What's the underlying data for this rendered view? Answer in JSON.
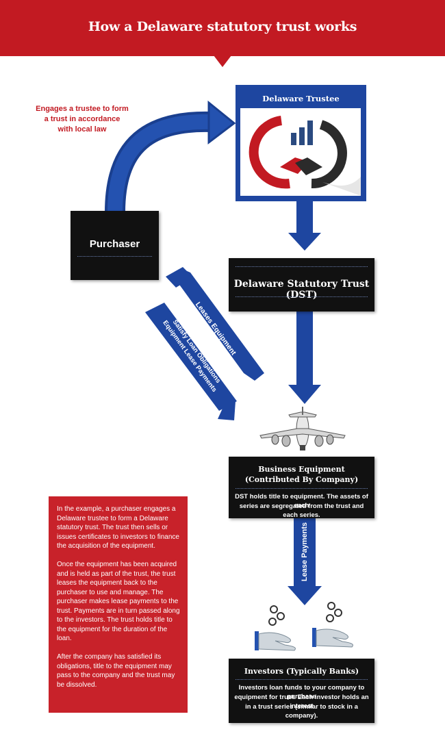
{
  "header": {
    "title": "How a Delaware statutory trust works"
  },
  "trustee": {
    "title": "Delaware Trustee",
    "logo_icon": "handshake-chart-icon"
  },
  "annotations": {
    "engages": [
      "Engages a trustee to form",
      "a trust in accordance",
      "with local law"
    ],
    "leases": "Leases Equipment",
    "payments_line1": "Equipment Lease Payments",
    "payments_line2": "Satisfy Loan Obligations",
    "lease_payments": "Lease Payments"
  },
  "purchaser": {
    "title": "Purchaser"
  },
  "dst": {
    "title": "Delaware Statutory Trust (DST)"
  },
  "equipment": {
    "title_line1": "Business Equipment",
    "title_line2": "(Contributed By Company)",
    "desc_line1": "DST holds title to equipment. The assets of each",
    "desc_line2": "series are segregated from the trust and each series.",
    "icon": "airplane-icon"
  },
  "investors": {
    "title": "Investors (Typically Banks)",
    "desc_line1": "Investors loan funds to your company to purchase",
    "desc_line2": "equipment for trust. Each investor holds an interest",
    "desc_line3": "in a trust series (similar to stock in a company).",
    "icon": "hand-coins-icon"
  },
  "info": {
    "p1": "In the example, a purchaser engages a Delaware trustee to form a Delaware statutory trust. The trust then sells or issues certificates to investors to finance the acquisition of the equipment.",
    "p2": "Once the equipment has been acquired and is held as part of the trust, the trust leases the equipment back to the purchaser to use and manage. The purchaser makes lease payments to the trust. Payments are in turn passed along to the investors. The trust holds title to the equipment for the duration of the loan.",
    "p3": "After the company has satisfied its obligations, title to the equipment may pass to the company and the trust may be dissolved."
  },
  "colors": {
    "red": "#c21a22",
    "blue": "#1e46a0",
    "black": "#111111"
  }
}
